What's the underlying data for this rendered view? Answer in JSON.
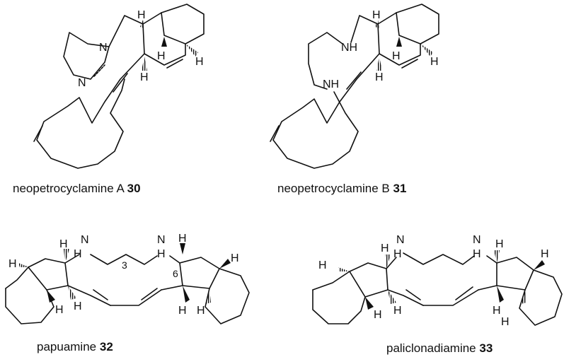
{
  "compounds": [
    {
      "name": "neopetrocyclamine A",
      "number": "30"
    },
    {
      "name": "neopetrocyclamine B",
      "number": "31"
    },
    {
      "name": "papuamine",
      "number": "32"
    },
    {
      "name": "paliclonadiamine",
      "number": "33"
    }
  ],
  "atoms": {
    "n": "N",
    "nh": "NH",
    "h": "H"
  },
  "locants": {
    "c3": "3",
    "c6": "6"
  }
}
